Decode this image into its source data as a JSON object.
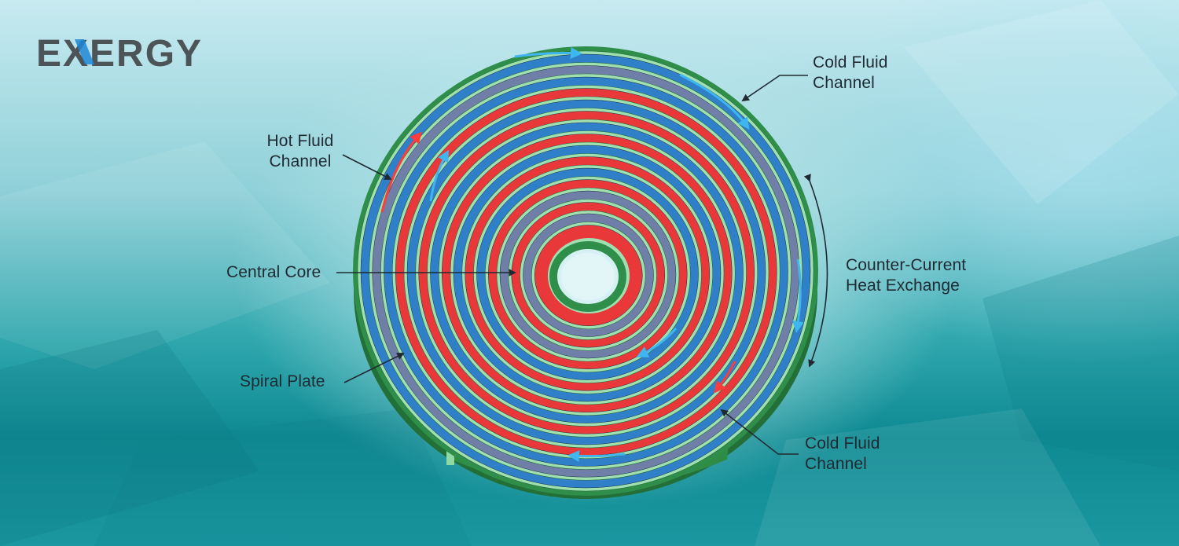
{
  "logo": {
    "text": "EXERGY",
    "accent_color": "#1e88d6",
    "text_color": "#4c5458"
  },
  "colors": {
    "hot_channel": "#e8383a",
    "cold_channel": "#2f7fc9",
    "plate": "#9fe0b0",
    "shell": "#2f8f4a",
    "arrow_hot": "#ff3b3b",
    "arrow_cold": "#3fb6ef",
    "leader": "#1f2a33"
  },
  "labels": {
    "cold_top": [
      "Cold Fluid",
      "Channel"
    ],
    "hot": [
      "Hot Fluid",
      "Channel"
    ],
    "core": [
      "Central Core"
    ],
    "counter": [
      "Counter-Current",
      "Heat Exchange"
    ],
    "spiral": [
      "Spiral Plate"
    ],
    "cold_bottom": [
      "Cold Fluid",
      "Channel"
    ]
  }
}
